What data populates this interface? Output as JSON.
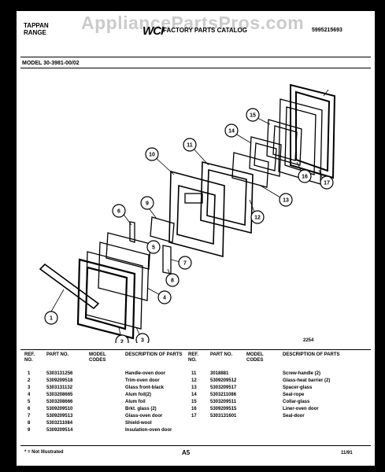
{
  "watermark": "AppliancePartsPros.com",
  "header": {
    "brand_line1": "TAPPAN",
    "brand_line2": "RANGE",
    "logo": "WCI",
    "catalog_title": "FACTORY PARTS CATALOG",
    "catalog_number": "5995215693"
  },
  "model": "MODEL 30-3981-00/02",
  "diagram": {
    "code": "2254",
    "callouts": [
      "1",
      "2",
      "3",
      "4",
      "5",
      "6",
      "7",
      "8",
      "9",
      "10",
      "11",
      "12",
      "13",
      "14",
      "15",
      "16",
      "17"
    ]
  },
  "table": {
    "headers": {
      "ref_no": "REF. NO.",
      "part_no": "PART NO.",
      "model_codes": "MODEL CODES",
      "description": "DESCRIPTION OF PARTS"
    },
    "left_rows": [
      {
        "ref": "1",
        "part": "5303131256",
        "code": "",
        "desc": "Handle-oven door"
      },
      {
        "ref": "2",
        "part": "5309209518",
        "code": "",
        "desc": "Trim-oven door"
      },
      {
        "ref": "3",
        "part": "5303131132",
        "code": "",
        "desc": "Glass front-black"
      },
      {
        "ref": "4",
        "part": "5303208665",
        "code": "",
        "desc": "Alum foil(2)"
      },
      {
        "ref": "5",
        "part": "5303208666",
        "code": "",
        "desc": "Alum foil"
      },
      {
        "ref": "6",
        "part": "5309209510",
        "code": "",
        "desc": "Brkt. glass (2)"
      },
      {
        "ref": "7",
        "part": "5309209513",
        "code": "",
        "desc": "Glass-oven door"
      },
      {
        "ref": "8",
        "part": "5303211084",
        "code": "",
        "desc": "Shield-wool"
      },
      {
        "ref": "9",
        "part": "5309209514",
        "code": "",
        "desc": "Insulation-oven door"
      }
    ],
    "right_rows": [
      {
        "ref": "11",
        "part": "3018881",
        "code": "",
        "desc": "Screw-handle (2)"
      },
      {
        "ref": "12",
        "part": "5309209512",
        "code": "",
        "desc": "Glass-heat barrier (2)"
      },
      {
        "ref": "13",
        "part": "5303209517",
        "code": "",
        "desc": "Spacer-glass"
      },
      {
        "ref": "14",
        "part": "5303211086",
        "code": "",
        "desc": "Seal-rope"
      },
      {
        "ref": "15",
        "part": "5303209511",
        "code": "",
        "desc": "Collar-glass"
      },
      {
        "ref": "16",
        "part": "5309209515",
        "code": "",
        "desc": "Liner-oven door"
      },
      {
        "ref": "17",
        "part": "5303131601",
        "code": "",
        "desc": "Seal-door"
      }
    ]
  },
  "footer": {
    "footnote": "* = Not Illustrated",
    "page": "A5",
    "date": "11/91"
  }
}
